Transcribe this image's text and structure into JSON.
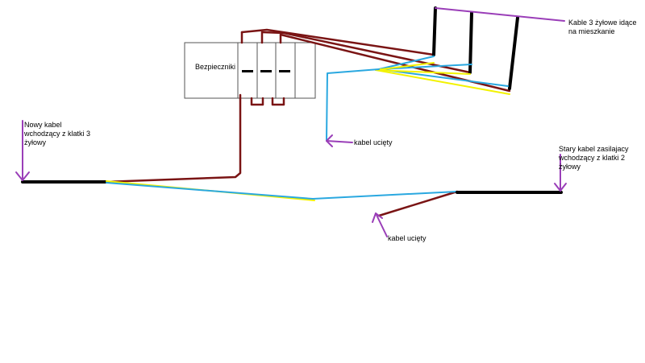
{
  "breaker_box_label": "Bezpieczniki",
  "labels": {
    "new_cable": [
      "Nowy kabel",
      "wchodzący z klatki 3",
      "żyłowy"
    ],
    "apartment_cables": [
      "Kable 3 żyłowe  idące",
      "na mieszkanie"
    ],
    "cut_cable_top": "kabel ucięty",
    "old_cable": [
      "Stary kabel zasilajacy",
      "wchodzący z klatki 2",
      "żyłowy"
    ],
    "cut_cable_bottom": "kabel ucięty"
  },
  "colors": {
    "black": "#000000",
    "brown": "#7a1414",
    "blue": "#2aa8e0",
    "yellow": "#f2f200",
    "purple": "#9a3eb8",
    "box_border": "#555555",
    "box_fill": "#ffffff"
  }
}
